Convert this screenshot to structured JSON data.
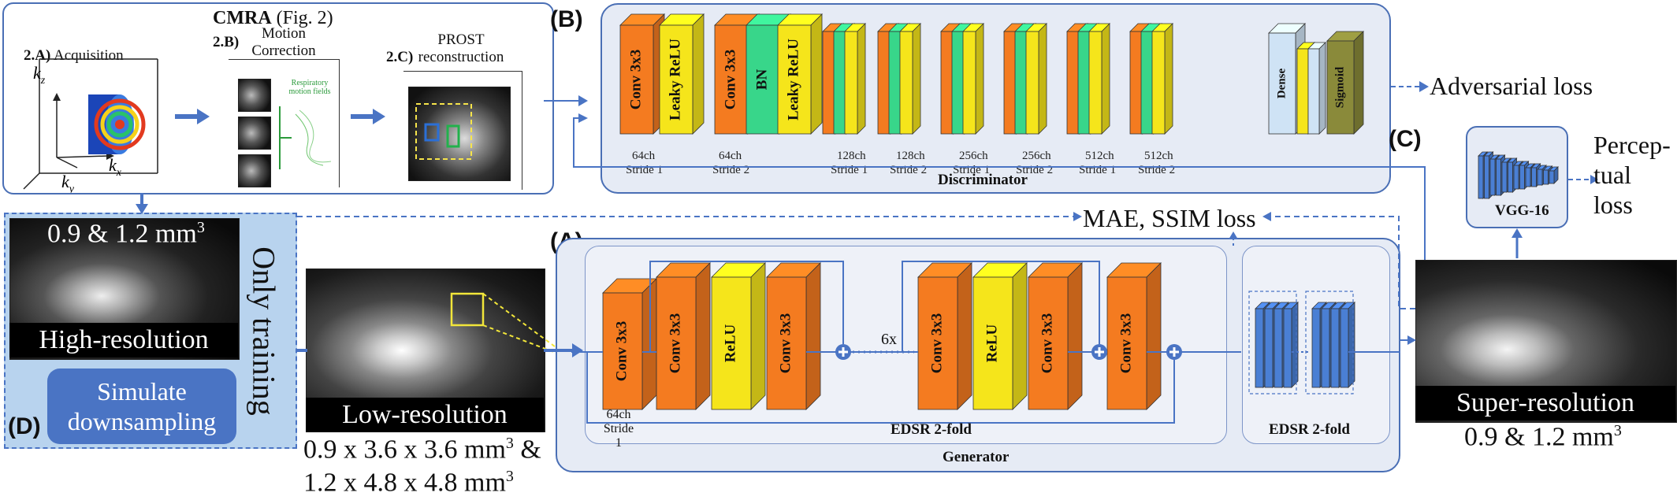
{
  "cmra": {
    "title_bold": "CMRA",
    "title_rest": " (Fig. 2)",
    "steps": [
      {
        "num": "2.A)",
        "label": "Acquisition"
      },
      {
        "num": "2.B)",
        "label": "Motion Correction"
      },
      {
        "num": "2.C)",
        "label": "PROST reconstruction"
      }
    ],
    "axes": {
      "z": "k",
      "z_sub": "z",
      "x": "k",
      "x_sub": "x",
      "y": "k",
      "y_sub": "y"
    },
    "motion_note": "Respiratory motion fields"
  },
  "panels": {
    "A": "(A)",
    "B": "(B)",
    "C": "(C)",
    "D": "(D)"
  },
  "discriminator": {
    "title": "Discriminator",
    "blocks": [
      {
        "label": "Conv 3x3",
        "color": "#f47b20"
      },
      {
        "label": "Leaky ReLU",
        "color": "#f5e51b"
      },
      {
        "label": "Conv 3x3",
        "color": "#f47b20"
      },
      {
        "label": "BN",
        "color": "#38d68a"
      },
      {
        "label": "Leaky ReLU",
        "color": "#f5e51b"
      },
      {
        "label": "Dense",
        "color": "#cfe3f5"
      },
      {
        "label": "Sigmoid",
        "color": "#8a8a3a"
      }
    ],
    "specs": [
      {
        "ch": "64ch",
        "stride": "Stride 1"
      },
      {
        "ch": "64ch",
        "stride": "Stride 2"
      },
      {
        "ch": "128ch",
        "stride": "Stride 1"
      },
      {
        "ch": "128ch",
        "stride": "Stride 2"
      },
      {
        "ch": "256ch",
        "stride": "Stride 1"
      },
      {
        "ch": "256ch",
        "stride": "Stride 2"
      },
      {
        "ch": "512ch",
        "stride": "Stride 1"
      },
      {
        "ch": "512ch",
        "stride": "Stride 2"
      }
    ],
    "output": "Adversarial loss"
  },
  "generator": {
    "title": "Generator",
    "edsr_label": "EDSR 2-fold",
    "edsr_label2": "EDSR 2-fold",
    "blocks": [
      {
        "label": "Conv 3x3",
        "color": "#f47b20"
      },
      {
        "label": "Conv 3x3",
        "color": "#f47b20"
      },
      {
        "label": "ReLU",
        "color": "#f5e51b"
      },
      {
        "label": "Conv 3x3",
        "color": "#f47b20"
      },
      {
        "label": "Conv 3x3",
        "color": "#f47b20"
      },
      {
        "label": "ReLU",
        "color": "#f5e51b"
      },
      {
        "label": "Conv 3x3",
        "color": "#f47b20"
      },
      {
        "label": "Conv 3x3",
        "color": "#f47b20"
      }
    ],
    "first_spec": {
      "ch": "64ch",
      "stride": "Stride 1"
    },
    "repeat": "6x"
  },
  "losses": {
    "mae_ssim": "MAE, SSIM loss",
    "perceptual": "Percep-tual loss",
    "perceptual_lines": [
      "Percep-",
      "tual",
      "loss"
    ],
    "vgg": "VGG-16"
  },
  "images": {
    "high_res": {
      "resolution": "0.9 & 1.2 mm",
      "sup": "3",
      "label": "High-resolution"
    },
    "low_res": {
      "label": "Low-resolution",
      "line1": "0.9 x 3.6 x 3.6 mm",
      "line1_sup": "3",
      "line1_tail": " &",
      "line2": "1.2 x 4.8 x 4.8 mm",
      "line2_sup": "3"
    },
    "super_res": {
      "label": "Super-resolution",
      "resolution": "0.9 & 1.2 mm",
      "sup": "3"
    }
  },
  "training": {
    "only_training": "Only training",
    "simulate_lines": [
      "Simulate",
      "downsampling"
    ]
  },
  "colors": {
    "conv": "#f47b20",
    "relu": "#f5e51b",
    "bn": "#38d68a",
    "panel_border": "#4a6fb5",
    "arrow": "#4a74c4",
    "vgg_blue": "#4a7fd4",
    "d_fill": "#b8d3ee"
  }
}
